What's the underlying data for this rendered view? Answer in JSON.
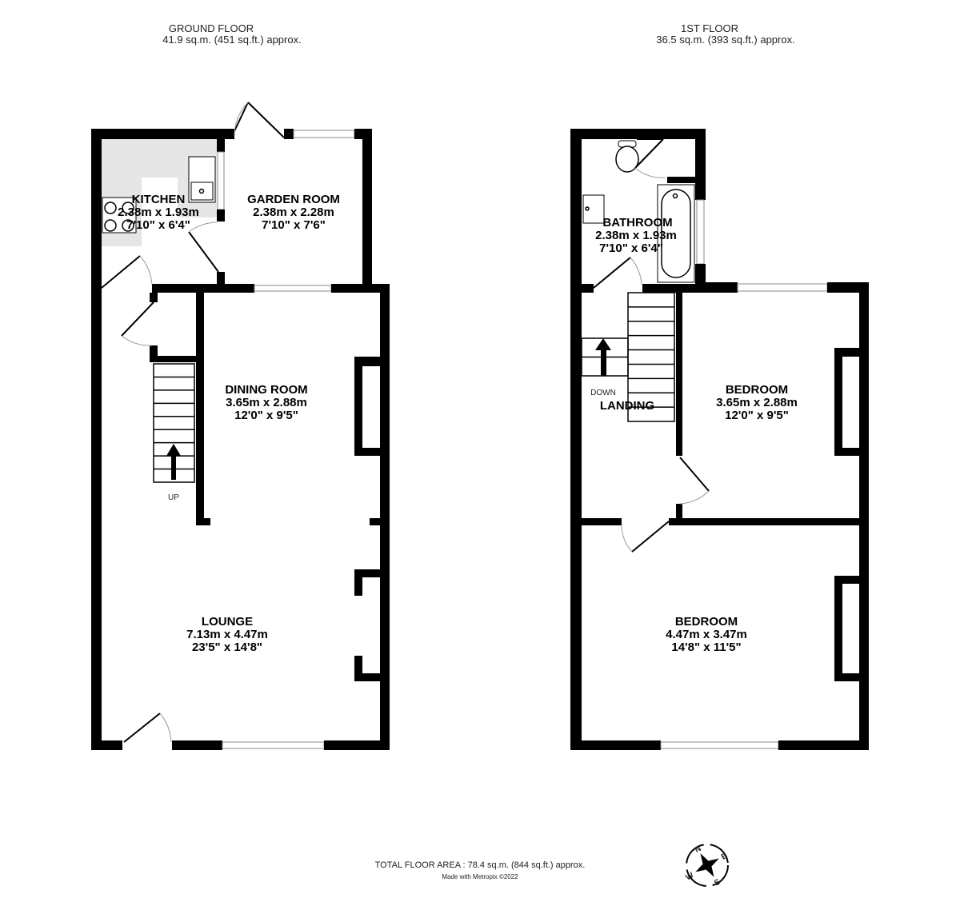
{
  "ground_floor": {
    "title": "GROUND FLOOR",
    "area": "41.9 sq.m. (451 sq.ft.) approx.",
    "rooms": [
      {
        "name": "KITCHEN",
        "metric": "2.38m  x 1.93m",
        "imperial": "7'10\"  x 6'4\""
      },
      {
        "name": "GARDEN ROOM",
        "metric": "2.38m  x 2.28m",
        "imperial": "7'10\"  x 7'6\""
      },
      {
        "name": "DINING ROOM",
        "metric": "3.65m  x 2.88m",
        "imperial": "12'0\"  x 9'5\""
      },
      {
        "name": "LOUNGE",
        "metric": "7.13m  x 4.47m",
        "imperial": "23'5\"  x 14'8\""
      }
    ],
    "stairs_label": "UP"
  },
  "first_floor": {
    "title": "1ST FLOOR",
    "area": "36.5 sq.m. (393 sq.ft.) approx.",
    "rooms": [
      {
        "name": "BATHROOM",
        "metric": "2.38m  x 1.93m",
        "imperial": "7'10\"  x 6'4\""
      },
      {
        "name": "BEDROOM",
        "metric": "3.65m  x 2.88m",
        "imperial": "12'0\"  x 9'5\""
      },
      {
        "name": "BEDROOM",
        "metric": "4.47m  x 3.47m",
        "imperial": "14'8\"  x 11'5\""
      }
    ],
    "landing_label": "LANDING",
    "stairs_label": "DOWN"
  },
  "footer": {
    "total_area": "TOTAL FLOOR AREA : 78.4 sq.m. (844 sq.ft.) approx.",
    "credit": "Made with Metropix ©2022"
  },
  "compass": {
    "icon": "compass-rose-icon",
    "n": "N",
    "e": "E",
    "s": "S",
    "w": "W"
  },
  "colors": {
    "wall": "#000000",
    "kitchen_units": "#e6e6e6"
  }
}
